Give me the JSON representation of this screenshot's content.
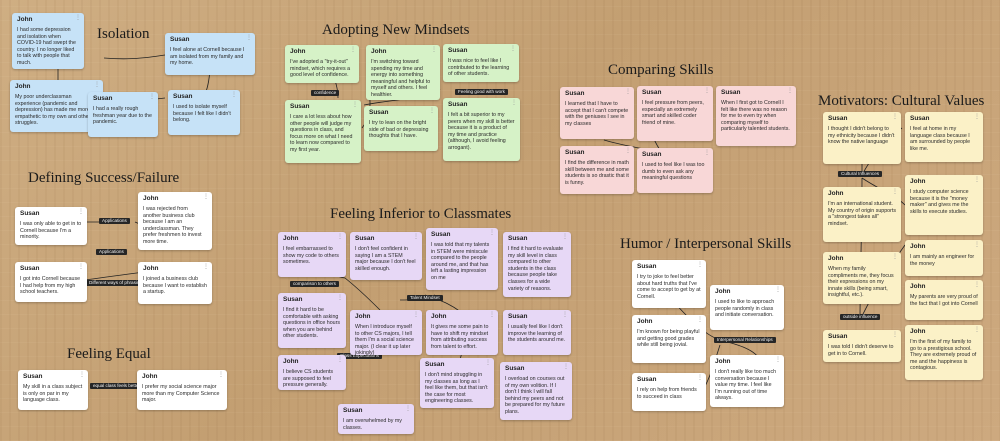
{
  "titles": {
    "isolation": "Isolation",
    "adopting": "Adopting New Mindsets",
    "comparing": "Comparing Skills",
    "motivators": "Motivators: Cultural Values",
    "defining": "Defining Success/Failure",
    "inferior": "Feeling Inferior to Classmates",
    "humor": "Humor / Interpersonal Skills",
    "equal": "Feeling Equal"
  },
  "tags": {
    "confidence": "confidence",
    "feeling_good": "Feeling good with work",
    "cultural_influences": "Cultural Influences",
    "outside_influence": "outside influence",
    "applications": "Applications",
    "different_ways": "Different ways of phrasing",
    "comparison": "comparison to others",
    "talent_mindset": "Talent Mindset",
    "class_expectations": "Class Expectations",
    "interpersonal": "Interpersonal Relationships",
    "equal_tag": "equal class feels better"
  },
  "notes": {
    "iso_john1": {
      "author": "John",
      "text": "I had some depression and isolation when COVID-19 had swept the country. I no longer liked to talk with people that much."
    },
    "iso_john2": {
      "author": "John",
      "text": "My poor underclassman experience (pandemic and depression) has made me more empathetic to my own and others' struggles."
    },
    "iso_susan1": {
      "author": "Susan",
      "text": "I feel alone at Cornell because I am isolated from my family and my home."
    },
    "iso_susan2": {
      "author": "Susan",
      "text": "I had a really rough freshman year due to the pandemic."
    },
    "iso_susan3": {
      "author": "Susan",
      "text": "I used to isolate myself because I felt like I didn't belong."
    },
    "ad_john1": {
      "author": "John",
      "text": "I've adopted a \"try-it-out\" mindset, which requires a good level of confidence."
    },
    "ad_john2": {
      "author": "John",
      "text": "I'm switching toward spending my time and energy into something meaningful and helpful to myself and others. I feel healthier."
    },
    "ad_susan1": {
      "author": "Susan",
      "text": "It was nice to feel like I contributed to the learning of other students."
    },
    "ad_susan2": {
      "author": "Susan",
      "text": "I care a lot less about how other people will judge my questions in class, and focus more on what I need to learn now compared to my first year."
    },
    "ad_susan3": {
      "author": "Susan",
      "text": "I try to lean on the bright side of bad or depressing thoughts that I have."
    },
    "ad_susan4": {
      "author": "Susan",
      "text": "I felt a bit superior to my peers when my skill is better because it is a product of my time and practice (although, I avoid feeling arrogant)."
    },
    "cs_susan1": {
      "author": "Susan",
      "text": "I learned that I have to accept that I can't compete with the geniuses I see in my classes"
    },
    "cs_susan2": {
      "author": "Susan",
      "text": "I feel pressure from peers, especially an extremely smart and skilled coder friend of mine."
    },
    "cs_susan3": {
      "author": "Susan",
      "text": "When I first got to Cornell I felt like there was no reason for me to even try when comparing myself to particularly talented students."
    },
    "cs_susan4": {
      "author": "Susan",
      "text": "I find the difference in math skill between me and some students is so drastic that it is funny."
    },
    "cs_susan5": {
      "author": "Susan",
      "text": "I used to feel like I was too dumb to even ask any meaningful questions"
    },
    "mo_susan1": {
      "author": "Susan",
      "text": "I thought I didn't belong to my ethnicity because I didn't know the native language"
    },
    "mo_susan2": {
      "author": "Susan",
      "text": "I feel at home in my language class because I am surrounded by people like me."
    },
    "mo_john1": {
      "author": "John",
      "text": "I'm an international student. My country of origin supports a \"strongest takes all\" mindset."
    },
    "mo_john2": {
      "author": "John",
      "text": "I study computer science because it is the \"money maker\" and gives me the skills to execute studies."
    },
    "mo_john3": {
      "author": "John",
      "text": "I am mainly an engineer for the money"
    },
    "mo_john4": {
      "author": "John",
      "text": "When my family compliments me, they focus their expressions on my innate skills (being smart, insightful, etc.)."
    },
    "mo_john5": {
      "author": "John",
      "text": "My parents are very proud of the fact that I got into Cornell"
    },
    "mo_susan3": {
      "author": "Susan",
      "text": "I was told I didn't deserve to get in to Cornell."
    },
    "mo_john6": {
      "author": "John",
      "text": "I'm the first of my family to go to a prestigious school. They are extremely proud of me and the happiness is contagious."
    },
    "df_susan1": {
      "author": "Susan",
      "text": "I was only able to get in to Cornell because I'm a minority."
    },
    "df_john1": {
      "author": "John",
      "text": "I was rejected from another business club because I am an underclassman. They prefer freshmen to invest more time."
    },
    "df_susan2": {
      "author": "Susan",
      "text": "I got into Cornell because I had help from my high school teachers."
    },
    "df_john2": {
      "author": "John",
      "text": "I joined a business club because I want to establish a startup."
    },
    "fi_john1": {
      "author": "John",
      "text": "I feel embarrassed to show my code to others sometimes."
    },
    "fi_susan1": {
      "author": "Susan",
      "text": "I don't feel confident in saying I am a STEM major because I don't feel skilled enough."
    },
    "fi_susan2": {
      "author": "Susan",
      "text": "I was told that my talents in STEM were miniscule compared to the people around me, and that has left a lasting impression on me"
    },
    "fi_susan3": {
      "author": "Susan",
      "text": "I find it hard to evaluate my skill level in class compared to other students in the class because people take classes for a wide variety of reasons."
    },
    "fi_susan4": {
      "author": "Susan",
      "text": "I find it hard to be comfortable with asking questions in office hours when you are behind other students."
    },
    "fi_john2": {
      "author": "John",
      "text": "When I introduce myself to other CS majors, I tell them I'm a social science major. (I clear it up later jokingly)"
    },
    "fi_john3": {
      "author": "John",
      "text": "It gives me some pain to have to shift my mindset from attributing success from talent to effort."
    },
    "fi_susan5": {
      "author": "Susan",
      "text": "I usually feel like I don't improve the learning of the students around me."
    },
    "fi_john4": {
      "author": "John",
      "text": "I believe CS students are supposed to feel pressure generally."
    },
    "fi_susan6": {
      "author": "Susan",
      "text": "I don't mind struggling in my classes as long as I feel like them, but that isn't the case for most engineering classes."
    },
    "fi_susan7": {
      "author": "Susan",
      "text": "I overload on courses out of my own volition. If I don't I think I will fall behind my peers and not be prepared for my future plans."
    },
    "fi_susan8": {
      "author": "Susan",
      "text": "I am overwhelmed by my classes."
    },
    "hu_susan1": {
      "author": "Susan",
      "text": "I try to joke to feel better about hard truths that I've come to accept to get by at Cornell."
    },
    "hu_john1": {
      "author": "John",
      "text": "I'm known for being playful and getting good grades while still being jovial."
    },
    "hu_john2": {
      "author": "John",
      "text": "I used to like to approach people randomly in class and initiate conversation."
    },
    "hu_susan2": {
      "author": "Susan",
      "text": "I rely on help from friends to succeed in class"
    },
    "hu_john3": {
      "author": "John",
      "text": "I don't really like too much conversation because I value my time. I feel like I'm running out of time always."
    },
    "eq_susan1": {
      "author": "Susan",
      "text": "My skill in a class subject is only on par in my language class."
    },
    "eq_john1": {
      "author": "John",
      "text": "I prefer my social science major more than my Computer Science major."
    }
  }
}
